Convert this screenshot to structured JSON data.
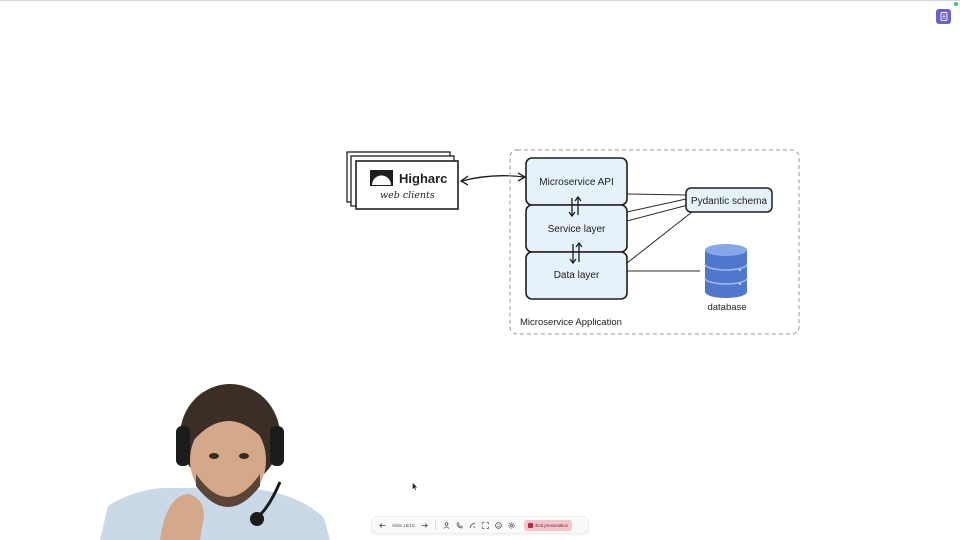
{
  "diagram": {
    "clients": {
      "brand": "Higharc",
      "subtitle": "web clients"
    },
    "app": {
      "label": "Microservice Application",
      "layers": [
        "Microservice API",
        "Service layer",
        "Data layer"
      ]
    },
    "schema": "Pydantic schema",
    "database": "database"
  },
  "toolbar": {
    "slide_label": "Slide 16/18",
    "end_label": "End presentation"
  },
  "colors": {
    "layer_fill": "#e6f2fa",
    "stroke": "#1e1e1e",
    "db_blue": "#5b84d6",
    "accent": "#6b5fd3",
    "end_button": "#f3c6cb"
  },
  "icons": [
    "document-icon",
    "prev-arrow-icon",
    "next-arrow-icon",
    "person-icon",
    "phone-icon",
    "laser-icon",
    "fullscreen-icon",
    "reaction-icon",
    "settings-icon",
    "stop-icon",
    "higharc-logo-icon",
    "database-icon",
    "mouse-cursor-icon"
  ]
}
